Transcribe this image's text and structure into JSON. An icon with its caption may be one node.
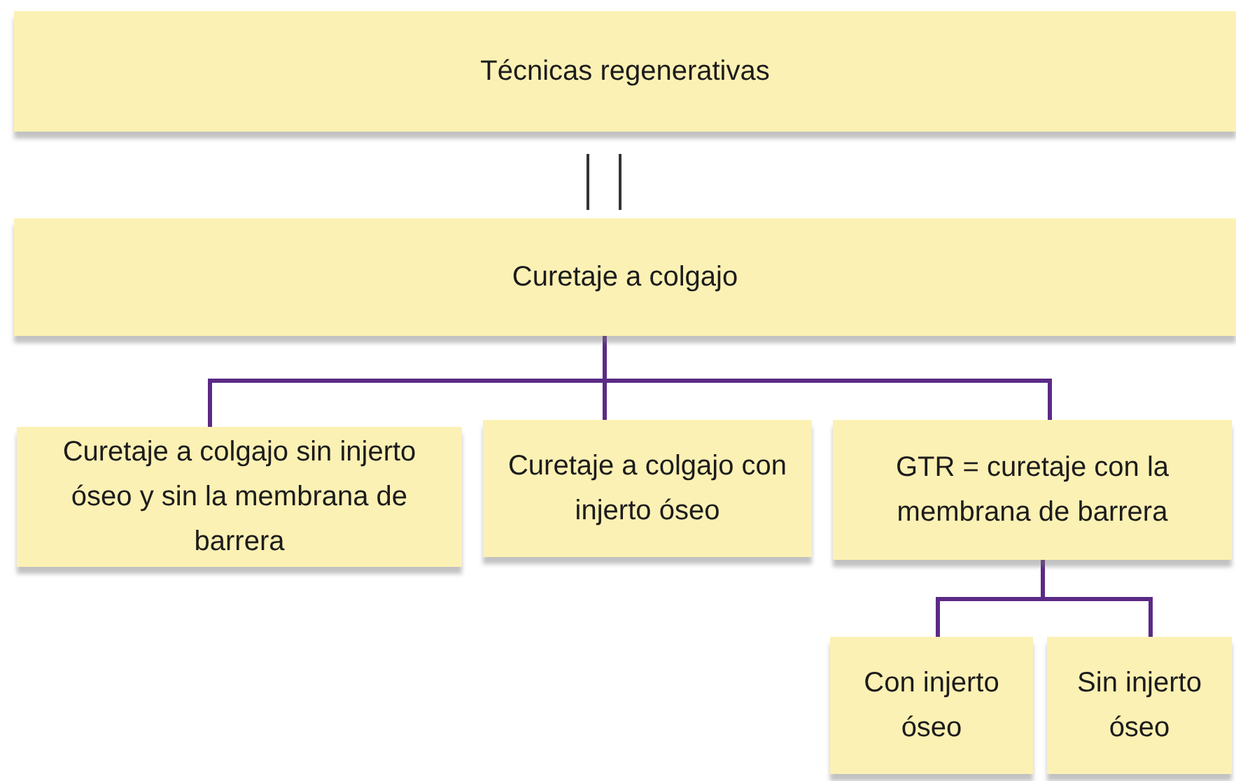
{
  "diagram": {
    "nodes": [
      {
        "text": [
          "Técnicas regenerativas"
        ]
      },
      {
        "text": [
          "Curetaje a colgajo"
        ]
      },
      {
        "text": [
          "Curetaje a colgajo sin injerto óseo y sin la membrana de barrera"
        ]
      },
      {
        "text": [
          "Curetaje a colgajo con injerto óseo"
        ]
      },
      {
        "text": [
          "GTR = curetaje con la membrana de barrera"
        ]
      },
      {
        "text": [
          "Con injerto óseo"
        ]
      },
      {
        "text": [
          "Sin injerto óseo"
        ]
      }
    ],
    "edges": [
      {
        "from": 0,
        "to": 1,
        "arrow": "none",
        "color": "#333333"
      },
      {
        "from": 1,
        "to": 2,
        "arrow": "none"
      },
      {
        "from": 1,
        "to": 3,
        "arrow": "none"
      },
      {
        "from": 1,
        "to": 4,
        "arrow": "none"
      },
      {
        "from": 4,
        "to": 5,
        "arrow": "none"
      },
      {
        "from": 4,
        "to": 6,
        "arrow": "none"
      }
    ]
  }
}
